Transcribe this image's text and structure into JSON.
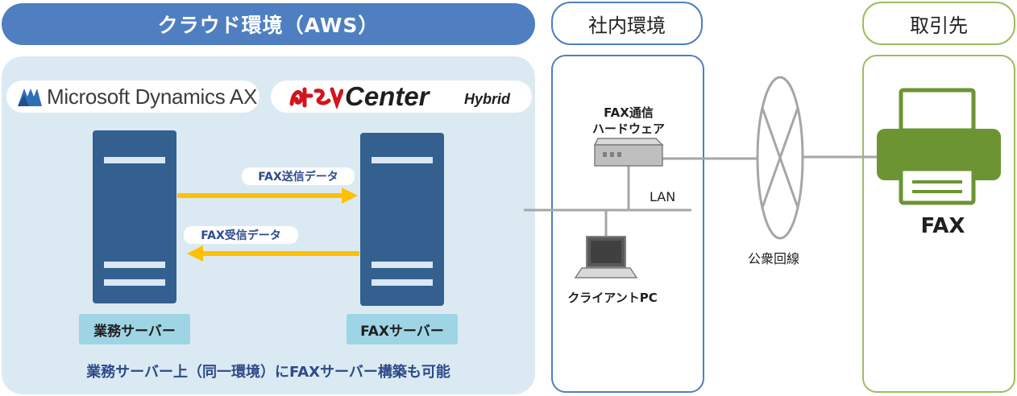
{
  "cloud": {
    "header": "クラウド環境（AWS）",
    "logo_ms": "Microsoft Dynamics AX",
    "logo_mc_brand": "Center",
    "logo_mc_sub": "Hybrid",
    "business_server": "業務サーバー",
    "fax_server": "FAXサーバー",
    "send_data": "FAX送信データ",
    "receive_data": "FAX受信データ",
    "note": "業務サーバー上（同一環境）にFAXサーバー構築も可能"
  },
  "office": {
    "header": "社内環境",
    "fax_hw": "FAX通信\nハードウェア",
    "lan": "LAN",
    "client_pc": "クライアントPC"
  },
  "network": {
    "public_line": "公衆回線"
  },
  "partner": {
    "header": "取引先",
    "fax": "FAX"
  },
  "colors": {
    "cloud_blue": "#4f7fc0",
    "server_blue": "#33608f",
    "arrow_yellow": "#ffc000",
    "partner_green": "#9dbd5e",
    "fax_green": "#6c9433"
  }
}
